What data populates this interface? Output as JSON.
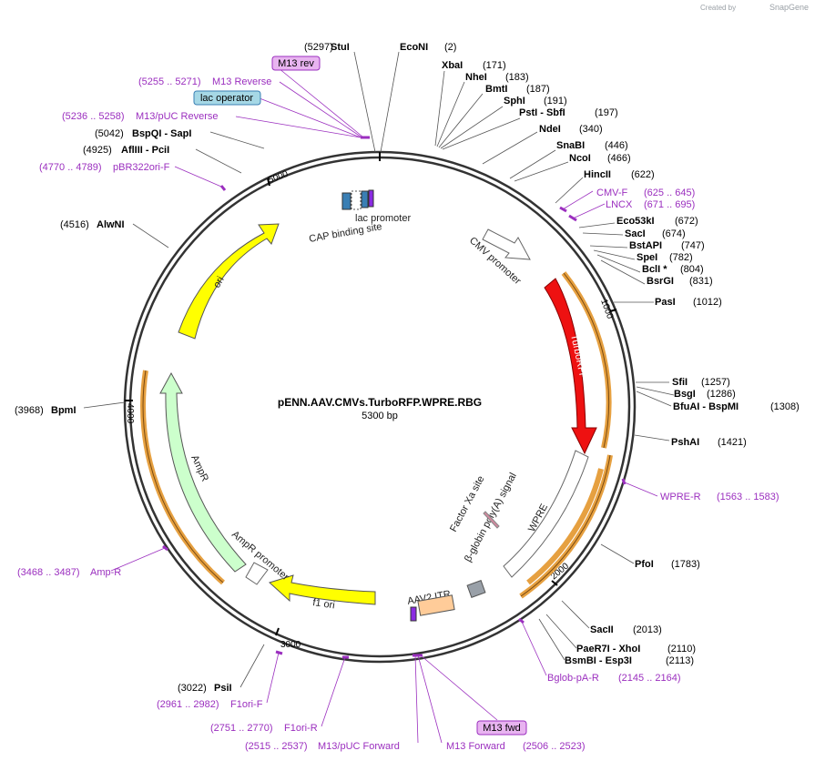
{
  "credit": {
    "created_by": "Created by",
    "brand": "SnapGene"
  },
  "plasmid": {
    "name": "pENN.AAV.CMVs.TurboRFP.WPRE.RBG",
    "length_label": "5300 bp"
  },
  "tick_labels": [
    "1000",
    "2000",
    "3000",
    "4000",
    "5000"
  ],
  "enzymes": [
    {
      "name": "StuI",
      "pos": "(5297)"
    },
    {
      "name": "EcoNI",
      "pos": "(2)"
    },
    {
      "name": "XbaI",
      "pos": "(171)"
    },
    {
      "name": "NheI",
      "pos": "(183)"
    },
    {
      "name": "BmtI",
      "pos": "(187)"
    },
    {
      "name": "SphI",
      "pos": "(191)"
    },
    {
      "name": "PstI - SbfI",
      "pos": "(197)"
    },
    {
      "name": "NdeI",
      "pos": "(340)"
    },
    {
      "name": "SnaBI",
      "pos": "(446)"
    },
    {
      "name": "NcoI",
      "pos": "(466)"
    },
    {
      "name": "HincII",
      "pos": "(622)"
    },
    {
      "name": "Eco53kI",
      "pos": "(672)"
    },
    {
      "name": "SacI",
      "pos": "(674)"
    },
    {
      "name": "BstAPI",
      "pos": "(747)"
    },
    {
      "name": "SpeI",
      "pos": "(782)"
    },
    {
      "name": "BclI *",
      "pos": "(804)"
    },
    {
      "name": "BsrGI",
      "pos": "(831)"
    },
    {
      "name": "PasI",
      "pos": "(1012)"
    },
    {
      "name": "SfiI",
      "pos": "(1257)"
    },
    {
      "name": "BsgI",
      "pos": "(1286)"
    },
    {
      "name": "BfuAI - BspMI",
      "pos": "(1308)"
    },
    {
      "name": "PshAI",
      "pos": "(1421)"
    },
    {
      "name": "PfoI",
      "pos": "(1783)"
    },
    {
      "name": "SacII",
      "pos": "(2013)"
    },
    {
      "name": "PaeR7I - XhoI",
      "pos": "(2110)"
    },
    {
      "name": "BsmBI - Esp3I",
      "pos": "(2113)"
    },
    {
      "name": "PsiI",
      "pos": "(3022)"
    },
    {
      "name": "BpmI",
      "pos": "(3968)"
    },
    {
      "name": "AlwNI",
      "pos": "(4516)"
    },
    {
      "name": "AflIII - PciI",
      "pos": "(4925)"
    },
    {
      "name": "BspQI - SapI",
      "pos": "(5042)"
    }
  ],
  "primers": [
    {
      "name": "M13 rev"
    },
    {
      "name": "M13 Reverse",
      "range": "(5255 .. 5271)"
    },
    {
      "name": "lac operator"
    },
    {
      "name": "M13/pUC Reverse",
      "range": "(5236 .. 5258)"
    },
    {
      "name": "pBR322ori-F",
      "range": "(4770 .. 4789)"
    },
    {
      "name": "CMV-F",
      "range": "(625 .. 645)"
    },
    {
      "name": "LNCX",
      "range": "(671 .. 695)"
    },
    {
      "name": "WPRE-R",
      "range": "(1563 .. 1583)"
    },
    {
      "name": "Bglob-pA-R",
      "range": "(2145 .. 2164)"
    },
    {
      "name": "M13 fwd"
    },
    {
      "name": "M13 Forward",
      "range": "(2506 .. 2523)"
    },
    {
      "name": "M13/pUC Forward",
      "range": "(2515 .. 2537)"
    },
    {
      "name": "F1ori-R",
      "range": "(2751 .. 2770)"
    },
    {
      "name": "F1ori-F",
      "range": "(2961 .. 2982)"
    },
    {
      "name": "Amp-R",
      "range": "(3468 .. 3487)"
    }
  ],
  "features": {
    "cmv_promoter": "CMV promoter",
    "turborfp": "TurboRFP",
    "wpre": "WPRE",
    "bglobin": "β-globin poly(A) signal",
    "factor_xa": "Factor Xa site",
    "aav2_itr": "AAV2 ITR",
    "f1_ori": "f1 ori",
    "ampr_promoter": "AmpR promoter",
    "ampr": "AmpR",
    "ori": "ori",
    "lac_promoter": "lac promoter",
    "cap_site": "CAP binding site"
  },
  "colors": {
    "backbone": "#333333",
    "primer": "#9b2fbf",
    "turborfp": "#ee1111",
    "ori": "#ffff00",
    "f1ori": "#ffff00",
    "ampr": "#ccffcc",
    "orf_outline": "#e6a040",
    "itr": "#ffcc99",
    "polya": "#99a0a8",
    "factor_xa": "#d48aa0",
    "lac_operator_fill": "#a6d8e6"
  }
}
